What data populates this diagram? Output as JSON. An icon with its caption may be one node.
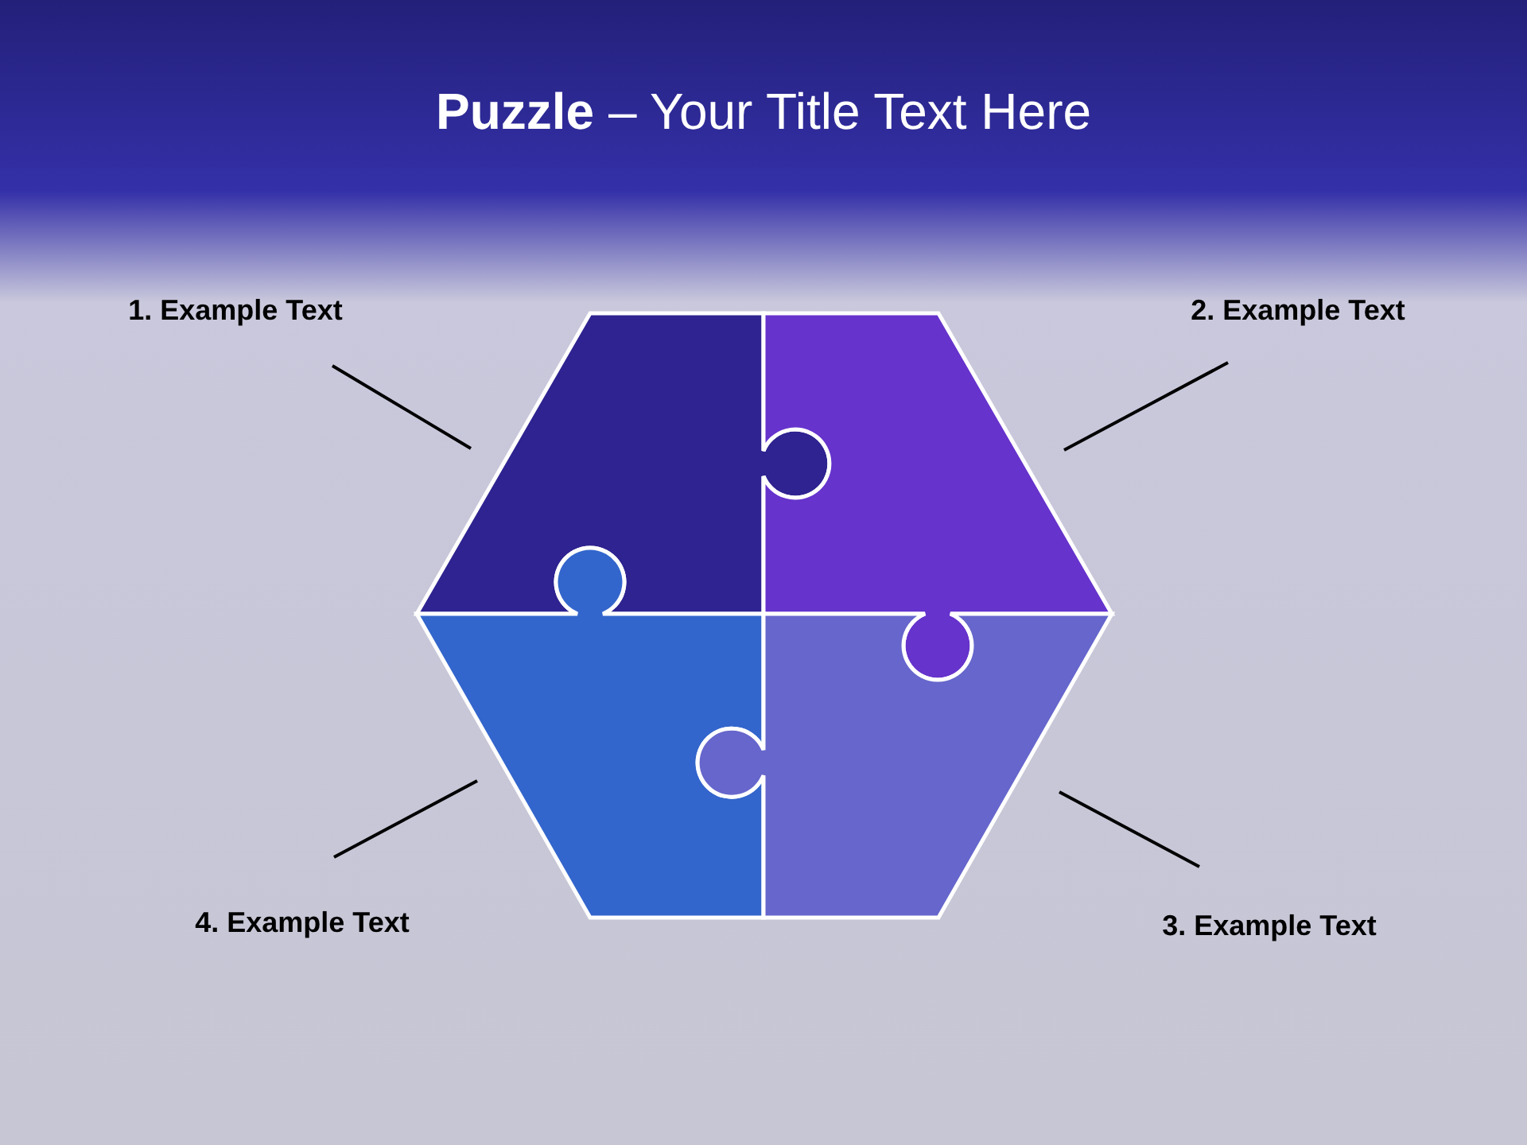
{
  "diagram": {
    "title": "**Puzzle** – Your Title Text Here",
    "nodes": [
      {
        "text": [
          "1. Example Text"
        ]
      },
      {
        "text": [
          "2. Example Text"
        ]
      },
      {
        "text": [],
        "shape": "puzzle"
      },
      {
        "text": [],
        "shape": "puzzle"
      },
      {
        "text": [],
        "shape": "puzzle"
      },
      {
        "text": [],
        "shape": "puzzle"
      },
      {
        "text": [
          "4. Example Text"
        ]
      },
      {
        "text": [
          "3. Example Text"
        ]
      }
    ],
    "edges": [
      {
        "from": 0,
        "to": 2,
        "arrow": "none"
      },
      {
        "from": 1,
        "to": 3,
        "arrow": "none"
      },
      {
        "from": 7,
        "to": 5,
        "arrow": "none"
      },
      {
        "from": 6,
        "to": 4,
        "arrow": "none"
      }
    ]
  }
}
